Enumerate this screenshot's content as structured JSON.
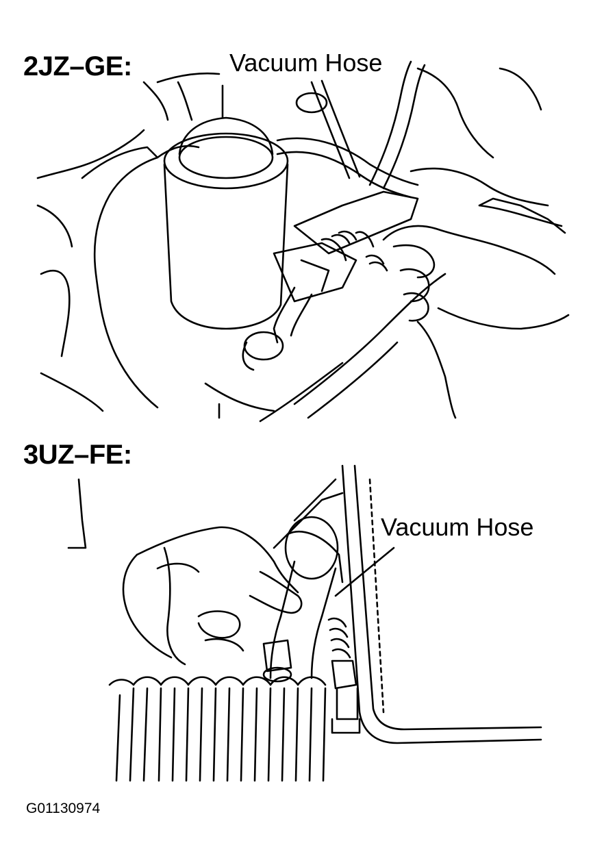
{
  "figure": {
    "panels": [
      {
        "heading": "2JZ–GE:",
        "callout": "Vacuum Hose"
      },
      {
        "heading": "3UZ–FE:",
        "callout": "Vacuum Hose"
      }
    ],
    "figure_code": "G01130974",
    "line_color": "#000000",
    "background": "#ffffff"
  }
}
